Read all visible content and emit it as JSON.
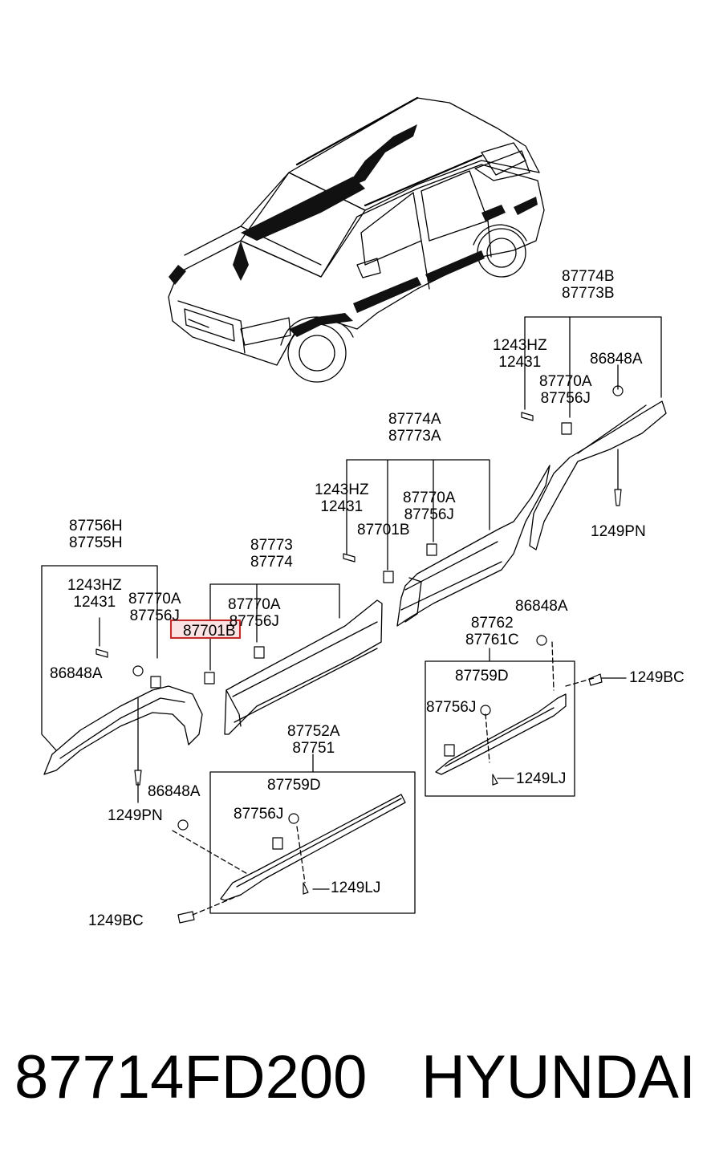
{
  "labels": {
    "grp_rear": [
      "87774B",
      "87773B"
    ],
    "rear_bolt": [
      "1243HZ",
      "12431"
    ],
    "rear_nut": "86848A",
    "rear_clip": [
      "87770A",
      "87756J"
    ],
    "rear_screw": "1249PN",
    "grp_rdoor": [
      "87774A",
      "87773A"
    ],
    "rdoor_bolt": [
      "1243HZ",
      "12431"
    ],
    "rdoor_clip": [
      "87770A",
      "87756J"
    ],
    "rdoor_clipb": "87701B",
    "grp_front": [
      "87756H",
      "87755H"
    ],
    "front_bolt": [
      "1243HZ",
      "12431"
    ],
    "front_clip": [
      "87770A",
      "87756J"
    ],
    "front_nut": "86848A",
    "front_screw": "1249PN",
    "grp_fdoor": [
      "87773",
      "87774"
    ],
    "fdoor_clip": [
      "87770A",
      "87756J"
    ],
    "fdoor_clipb": "87701B",
    "grp_rsill": [
      "87762",
      "87761C"
    ],
    "rsill_nut": "86848A",
    "rsill_clipd": "87759D",
    "rsill_clipj": "87756J",
    "rsill_screw": "1249LJ",
    "rsill_bc": "1249BC",
    "grp_fsill": [
      "87752A",
      "87751"
    ],
    "fsill_nut": "86848A",
    "fsill_clipd": "87759D",
    "fsill_clipj": "87756J",
    "fsill_screw": "1249LJ",
    "fsill_bc": "1249BC"
  },
  "footer": {
    "part_number": "87714FD200",
    "brand": "HYUNDAI"
  },
  "highlight_color": "#e02020"
}
